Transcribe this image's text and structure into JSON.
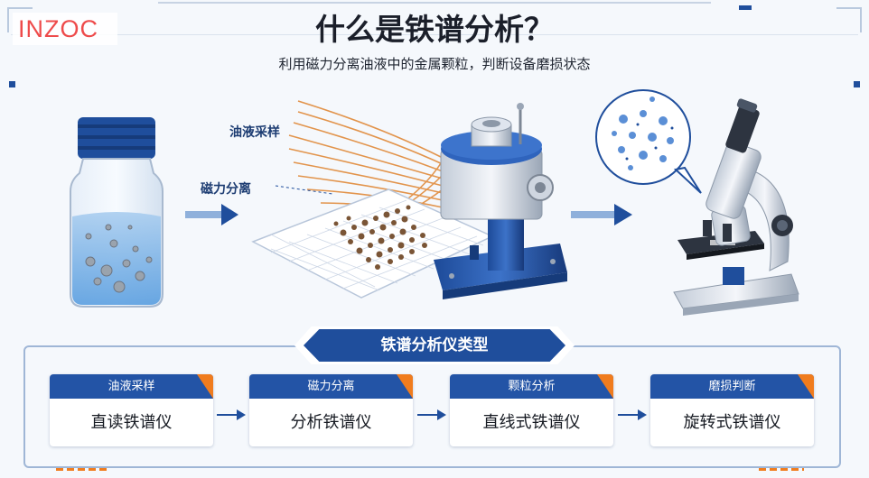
{
  "logo": "INZOC",
  "title": "什么是铁谱分析？",
  "subtitle": "利用磁力分离油液中的金属颗粒，判断设备磨损状态",
  "process_labels": {
    "oil_sampling": "油液采样",
    "magnetic_separation": "磁力分离"
  },
  "types_section": {
    "banner": "铁谱分析仪类型",
    "cards": [
      {
        "header": "油液采样",
        "name": "直读铁谱仪"
      },
      {
        "header": "磁力分离",
        "name": "分析铁谱仪"
      },
      {
        "header": "颗粒分析",
        "name": "直线式铁谱仪"
      },
      {
        "header": "磨损判断",
        "name": "旋转式铁谱仪"
      }
    ]
  },
  "colors": {
    "primary_blue": "#2354a6",
    "accent_orange": "#f07c1e",
    "logo_red": "#ee4b4b"
  },
  "icons": [
    "oil-sample-bottle-icon",
    "ferrograph-magnet-device-icon",
    "microscope-icon",
    "particle-bubble-icon",
    "arrow-right-icon"
  ]
}
